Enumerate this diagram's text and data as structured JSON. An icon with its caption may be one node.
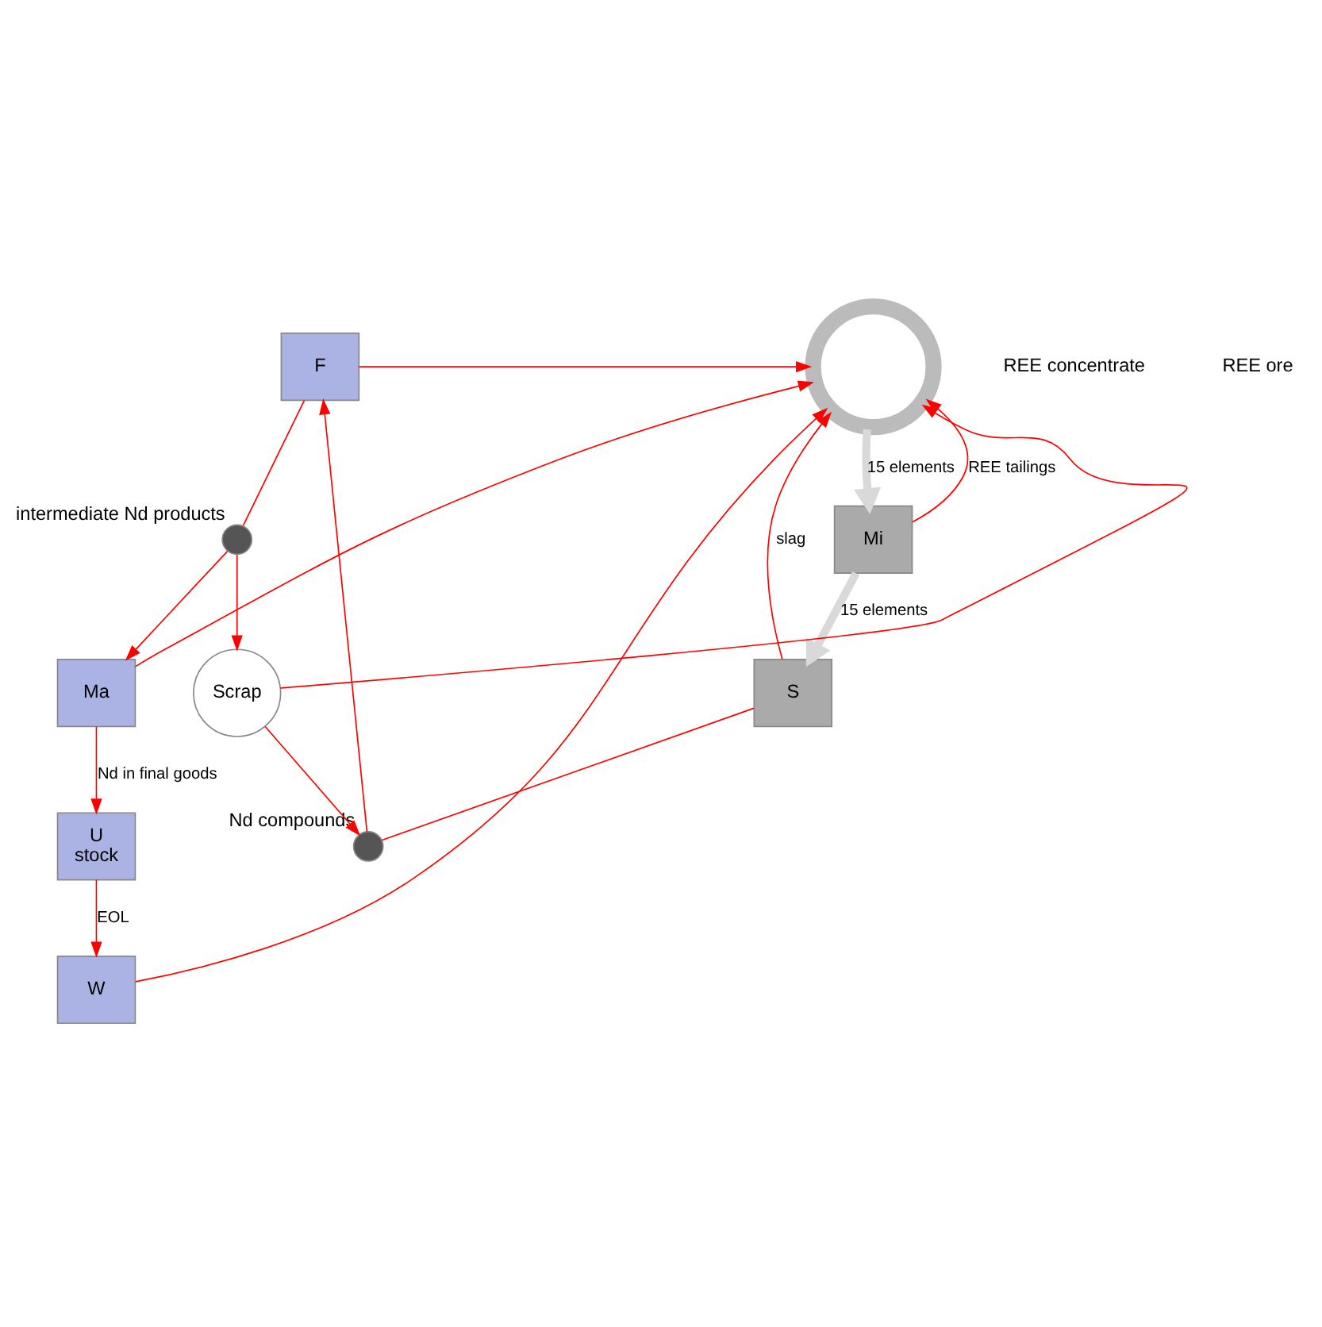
{
  "diagram": {
    "nodes": [
      {
        "text": [
          "F"
        ]
      },
      {
        "text": [
          "Ma"
        ]
      },
      {
        "text": [
          "U",
          "stock"
        ]
      },
      {
        "text": [
          "W"
        ]
      },
      {
        "text": [
          "S"
        ]
      },
      {
        "text": [
          "Mi"
        ]
      },
      {
        "text": [
          "Scrap"
        ]
      },
      {
        "text": [],
        "shape": "circle",
        "beside": [
          "intermediate Nd products"
        ]
      },
      {
        "text": [],
        "shape": "circle",
        "beside": [
          "Nd compounds"
        ]
      },
      {
        "text": [],
        "shape": "ring"
      }
    ],
    "edges": [
      {
        "from": 0,
        "to": 9,
        "arrow": "to",
        "color": "#ff0000"
      },
      {
        "from": 0,
        "to": 7,
        "arrow": "none",
        "color": "#ff0000"
      },
      {
        "from": 7,
        "to": 1,
        "arrow": "to",
        "color": "#ff0000"
      },
      {
        "from": 7,
        "to": 6,
        "arrow": "to",
        "color": "#ff0000"
      },
      {
        "from": 1,
        "to": 9,
        "arrow": "to",
        "color": "#ff0000"
      },
      {
        "from": 1,
        "to": 2,
        "arrow": "to",
        "label": "Nd in final goods",
        "color": "#ff0000"
      },
      {
        "from": 2,
        "to": 3,
        "arrow": "to",
        "label": "EOL",
        "color": "#ff0000"
      },
      {
        "from": 3,
        "to": 9,
        "arrow": "to",
        "color": "#ff0000"
      },
      {
        "from": 4,
        "to": 8,
        "arrow": "none",
        "color": "#ff0000"
      },
      {
        "from": 8,
        "to": 0,
        "arrow": "to",
        "color": "#ff0000"
      },
      {
        "from": 6,
        "to": 8,
        "arrow": "to",
        "color": "#ff0000"
      },
      {
        "from": 4,
        "to": 9,
        "arrow": "to",
        "label": "slag",
        "color": "#ff0000"
      },
      {
        "from": 6,
        "to": 9,
        "arrow": "to",
        "color": "#ff0000"
      },
      {
        "from": 5,
        "to": 4,
        "arrow": "to",
        "label": "15 elements",
        "style": "thick",
        "color": "#d9d9d9"
      },
      {
        "from": 9,
        "to": 5,
        "arrow": "to",
        "label": "15 elements",
        "style": "thick",
        "color": "#d9d9d9"
      },
      {
        "from": 5,
        "to": 9,
        "arrow": "to",
        "label": "REE tailings",
        "color": "#ff0000"
      }
    ],
    "labels": [
      "REE concentrate",
      "REE ore"
    ]
  }
}
